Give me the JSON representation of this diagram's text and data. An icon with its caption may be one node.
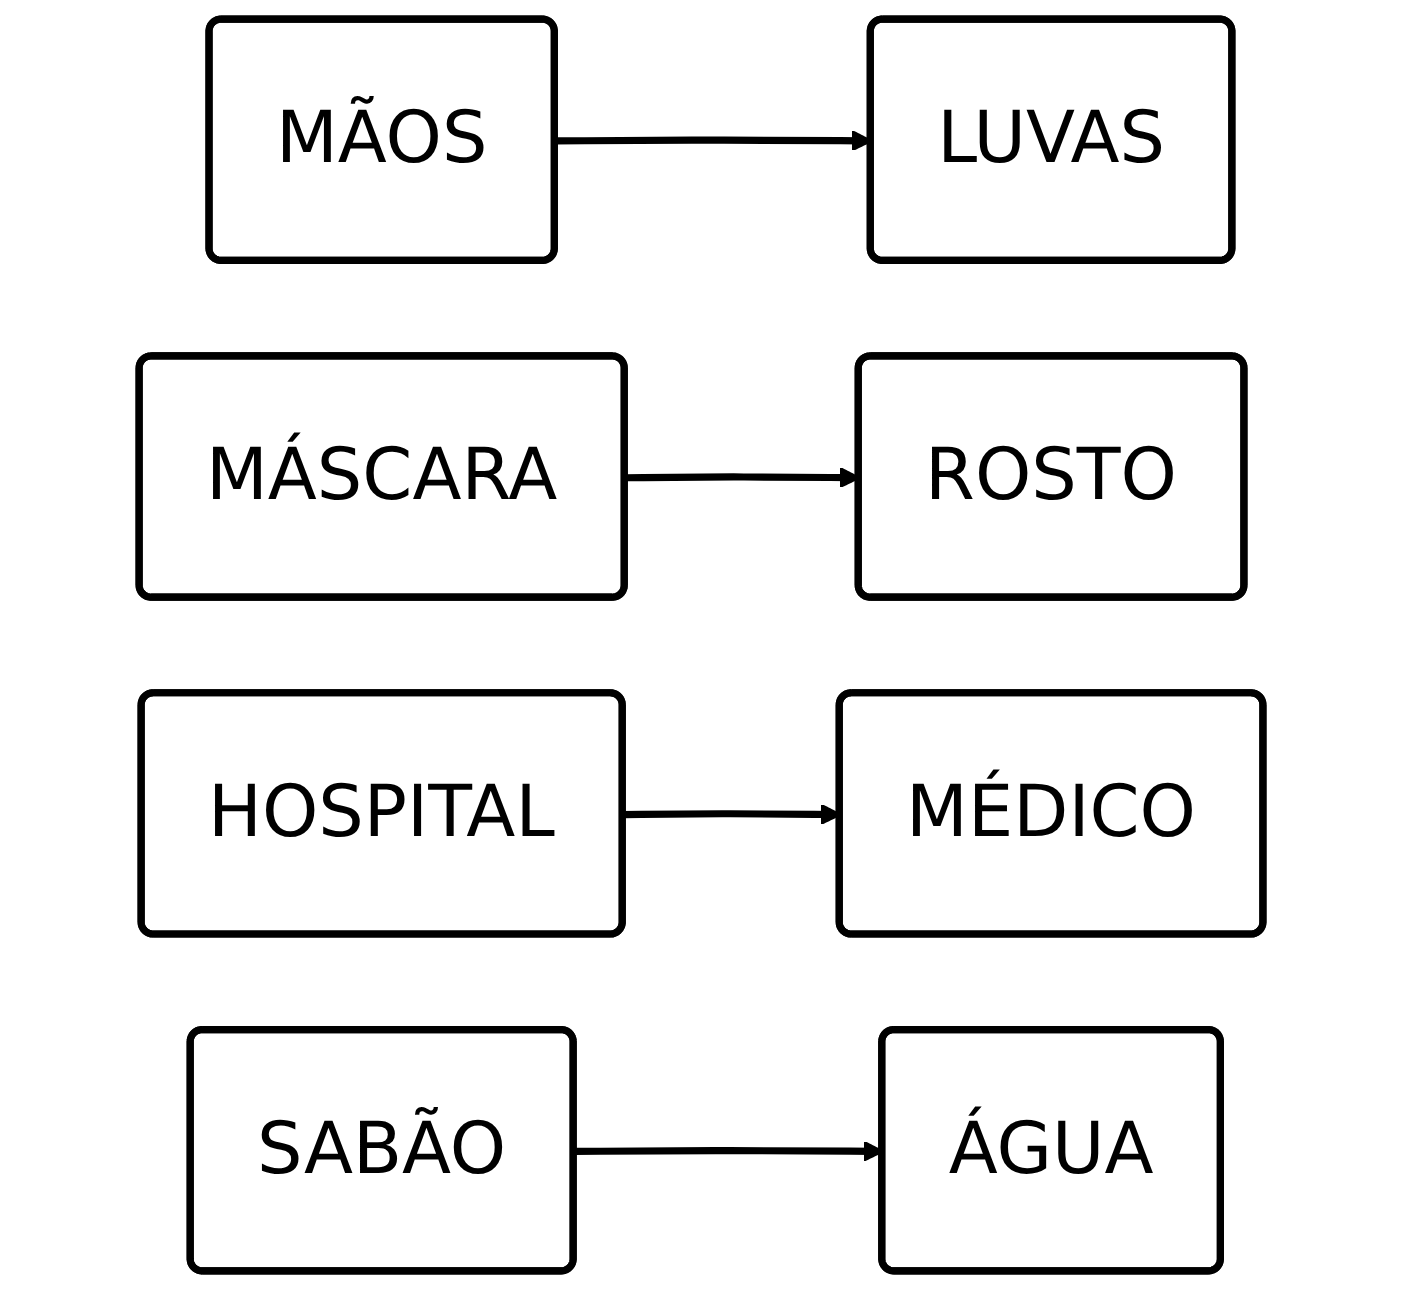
{
  "diagram": {
    "nodes": [
      {
        "text": [
          "MÃOS"
        ]
      },
      {
        "text": [
          "LUVAS"
        ]
      },
      {
        "text": [
          "MÁSCARA"
        ]
      },
      {
        "text": [
          "ROSTO"
        ]
      },
      {
        "text": [
          "HOSPITAL"
        ]
      },
      {
        "text": [
          "MÉDICO"
        ]
      },
      {
        "text": [
          "SABÃO"
        ]
      },
      {
        "text": [
          "ÁGUA"
        ]
      }
    ],
    "edges": [
      {
        "from": 0,
        "to": 1,
        "arrow": "to"
      },
      {
        "from": 2,
        "to": 3,
        "arrow": "to"
      },
      {
        "from": 4,
        "to": 5,
        "arrow": "to"
      },
      {
        "from": 6,
        "to": 7,
        "arrow": "to"
      }
    ]
  }
}
